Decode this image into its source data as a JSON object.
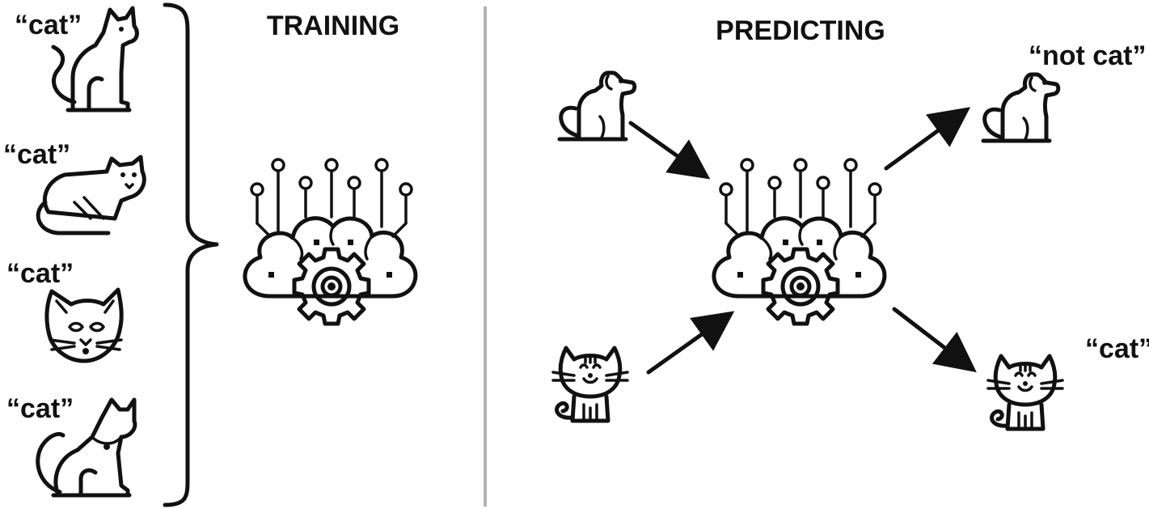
{
  "sections": {
    "training_title": "TRAINING",
    "predicting_title": "PREDICTING"
  },
  "training_examples": [
    {
      "label": "“cat”",
      "icon": "sitting-cat-icon"
    },
    {
      "label": "“cat”",
      "icon": "lying-cat-icon"
    },
    {
      "label": "“cat”",
      "icon": "cat-face-icon"
    },
    {
      "label": "“cat”",
      "icon": "collar-cat-icon"
    }
  ],
  "predicting": {
    "inputs": [
      {
        "icon": "dog-icon"
      },
      {
        "icon": "striped-cat-icon"
      }
    ],
    "outputs": [
      {
        "label": "“not cat”",
        "icon": "dog-icon"
      },
      {
        "label": "“cat”",
        "icon": "striped-cat-icon"
      }
    ]
  },
  "model_icon": "brain-cloud-gear-icon",
  "colors": {
    "ink": "#111111",
    "divider": "#b3b3b3",
    "background": "#ffffff"
  }
}
